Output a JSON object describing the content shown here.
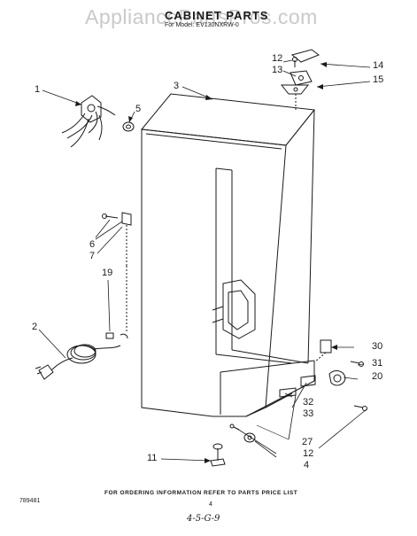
{
  "watermark": "AppliancePartsPros.com",
  "title": "CABINET PARTS",
  "subtitle": "For Model: EV130NXRW-0",
  "callouts": {
    "c1": "1",
    "c2": "2",
    "c3": "3",
    "c4": "4",
    "c5": "5",
    "c6": "6",
    "c7": "7",
    "c11": "11",
    "c12a": "12",
    "c12b": "12",
    "c13": "13",
    "c14": "14",
    "c15": "15",
    "c19": "19",
    "c20": "20",
    "c27": "27",
    "c30": "30",
    "c31": "31",
    "c32": "32",
    "c33": "33"
  },
  "footer": {
    "note": "FOR ORDERING INFORMATION REFER TO PARTS PRICE LIST",
    "doc_number": "789481",
    "page_number": "4",
    "handwritten": "4-5-G-9"
  }
}
